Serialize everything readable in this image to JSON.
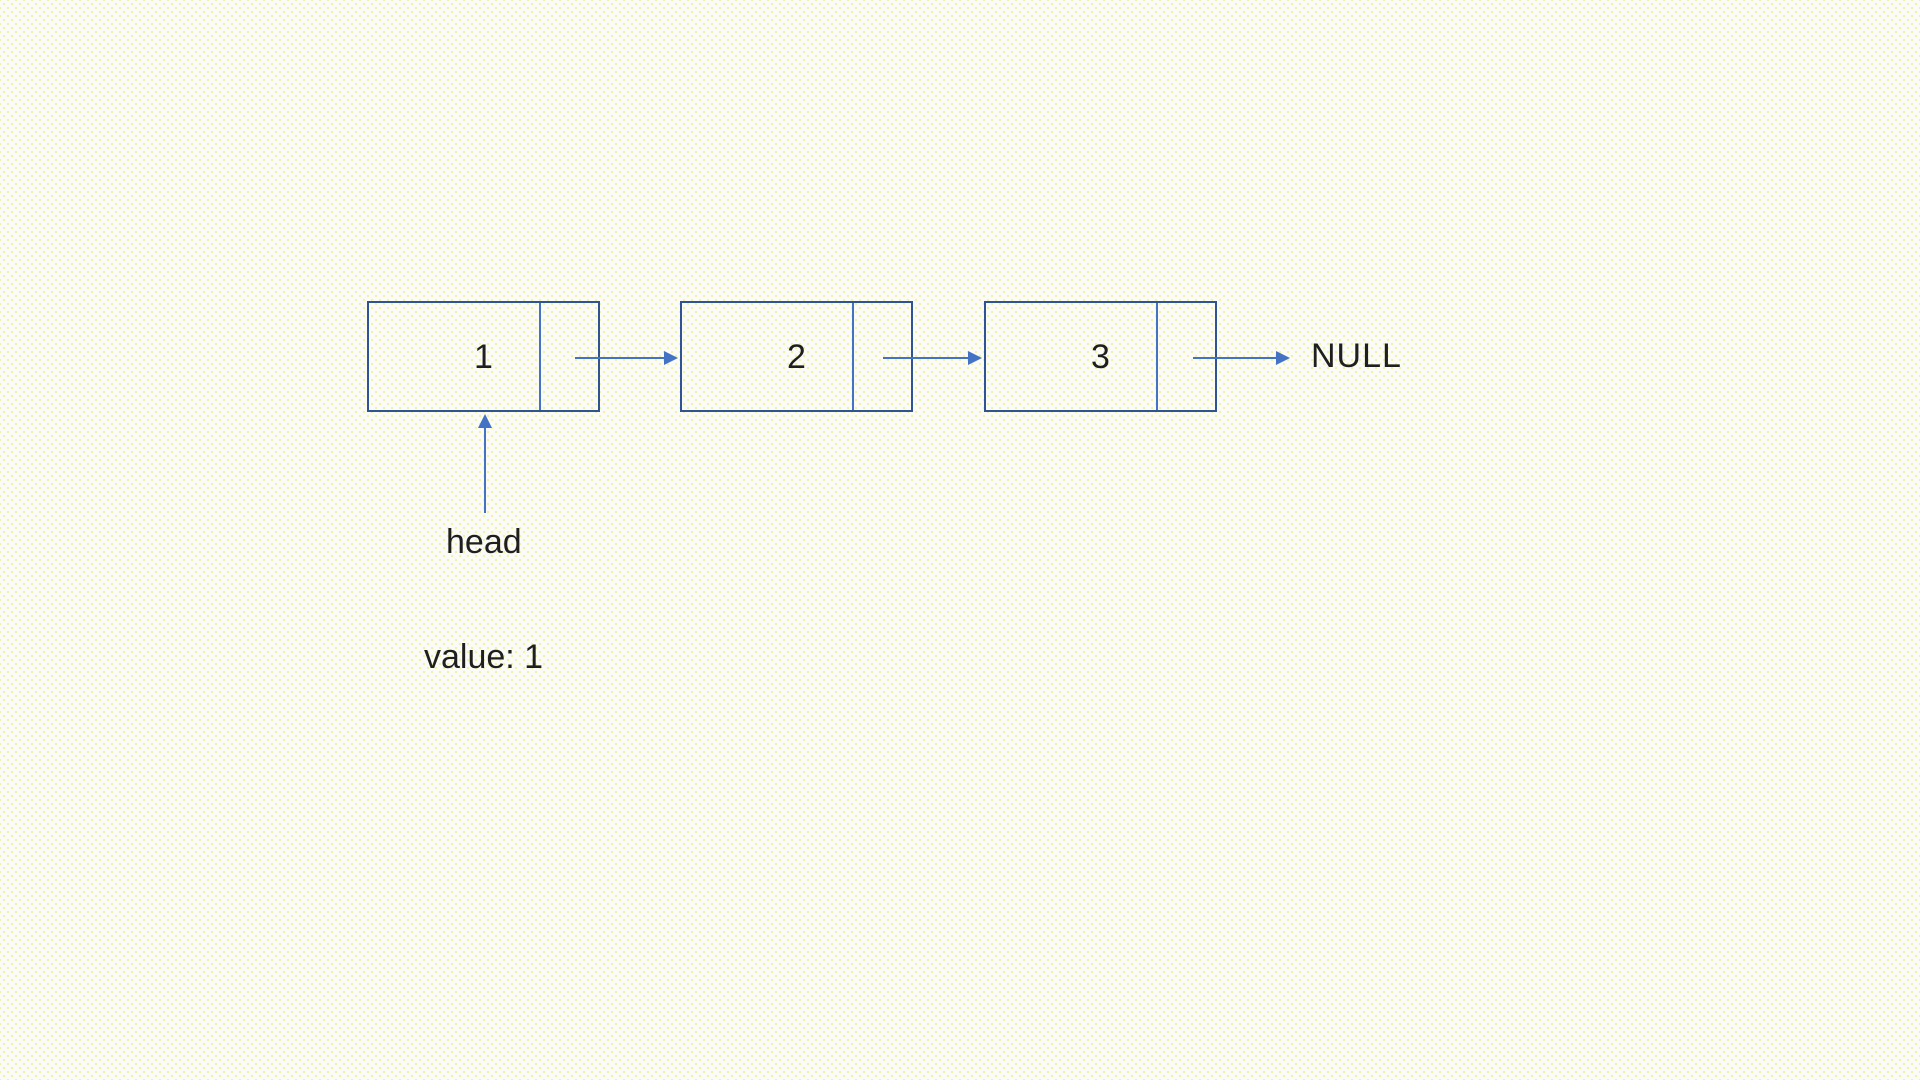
{
  "page": {
    "type": "slide-canvas",
    "description": "singly linked list diagram"
  },
  "colors": {
    "node_border": "#2f5493",
    "divider": "#4472c4",
    "arrow": "#4472c4",
    "text": "#1f1f1f",
    "bg": "#fbfbf8",
    "dot": "#f2f2a8"
  },
  "diagram": {
    "nodes": [
      {
        "value": "1"
      },
      {
        "value": "2"
      },
      {
        "value": "3"
      }
    ],
    "terminator_label": "NULL",
    "head_label": "head",
    "value_label": "value: 1"
  }
}
